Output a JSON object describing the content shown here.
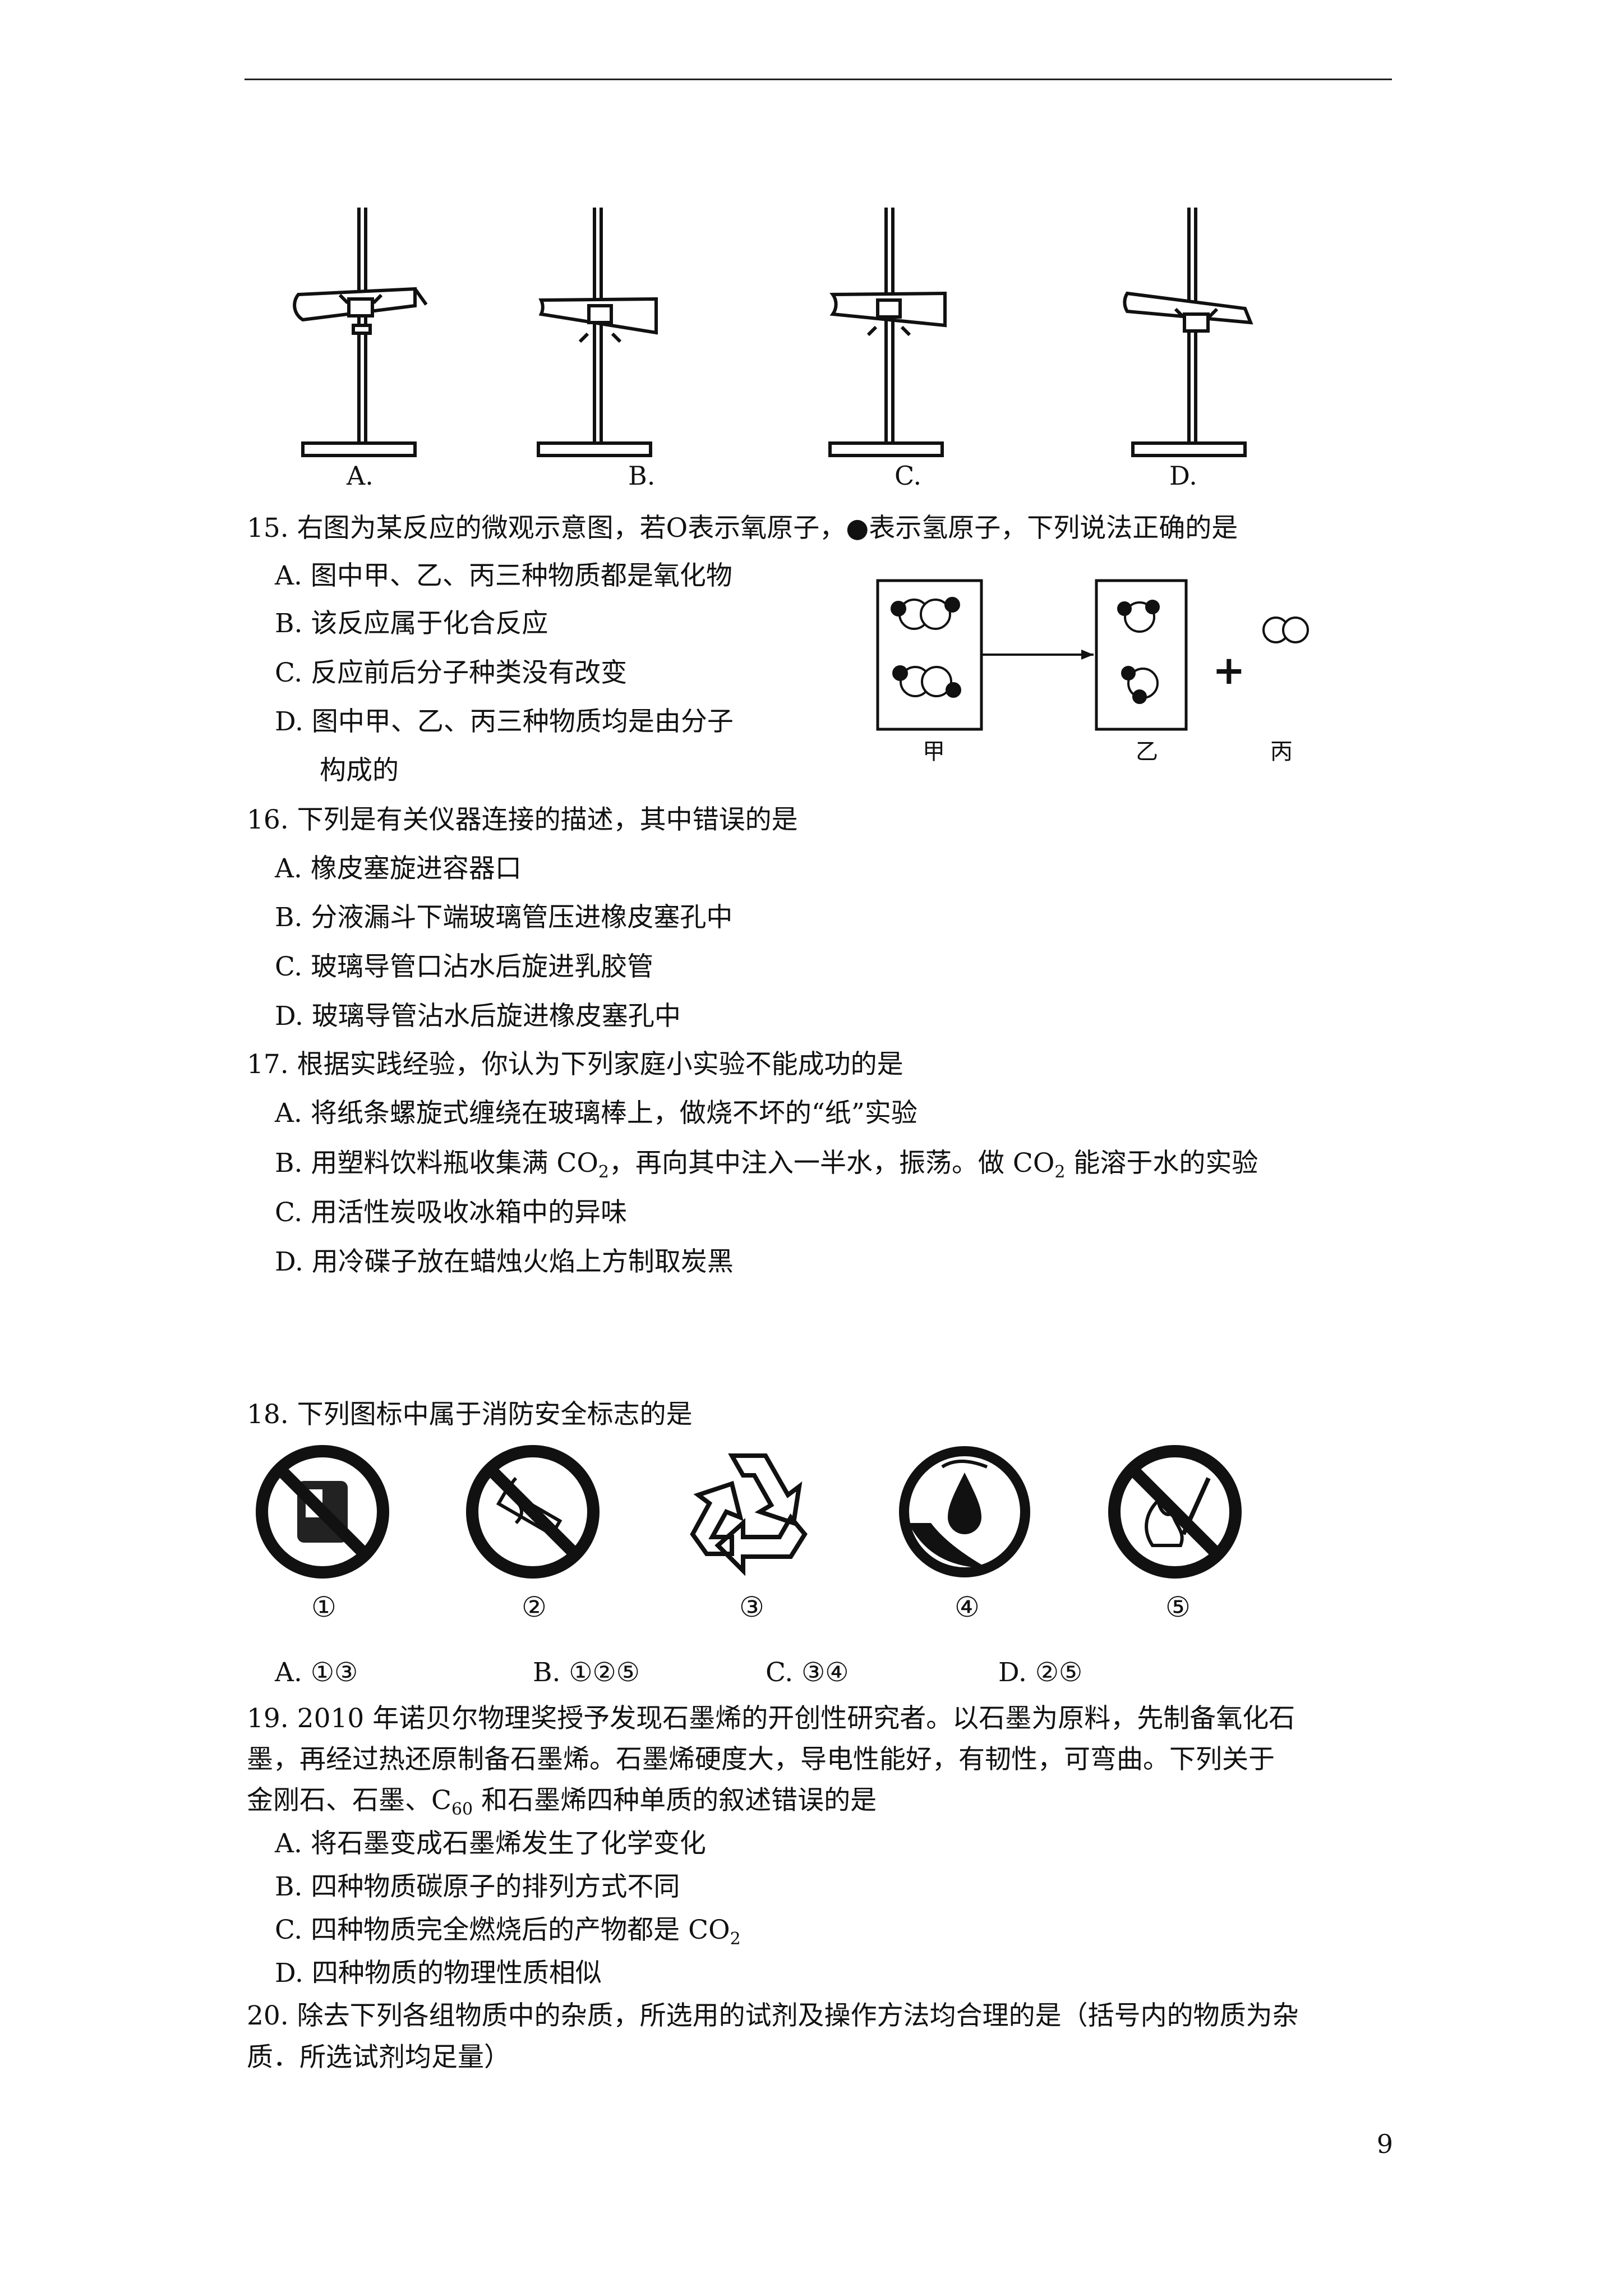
{
  "header_rule": true,
  "page_number": "9",
  "stand_labels": [
    "A.",
    "B.",
    "C.",
    "D."
  ],
  "q15": {
    "stem": "15. 右图为某反应的微观示意图，若O表示氧原子，●表示氢原子，下列说法正确的是",
    "options": [
      "A. 图中甲、乙、丙三种物质都是氧化物",
      "B. 该反应属于化合反应",
      "C. 反应前后分子种类没有改变",
      "D. 图中甲、乙、丙三种物质均是由分子"
    ],
    "option_d_cont": "构成的",
    "diagram_labels": [
      "甲",
      "乙",
      "丙"
    ],
    "plus": "+"
  },
  "q16": {
    "stem": "16. 下列是有关仪器连接的描述，其中错误的是",
    "options": [
      "A. 橡皮塞旋进容器口",
      "B. 分液漏斗下端玻璃管压进橡皮塞孔中",
      "C. 玻璃导管口沾水后旋进乳胶管",
      "D. 玻璃导管沾水后旋进橡皮塞孔中"
    ]
  },
  "q17": {
    "stem": "17. 根据实践经验，你认为下列家庭小实验不能成功的是",
    "option_a": "A. 将纸条螺旋式缠绕在玻璃棒上，做烧不坏的“纸”实验",
    "option_b_1": "B. 用塑料饮料瓶收集满 CO",
    "option_b_sub1": "2",
    "option_b_2": "，再向其中注入一半水，振荡。做 CO",
    "option_b_sub2": "2",
    "option_b_3": " 能溶于水的实验",
    "option_c": "C. 用活性炭吸收冰箱中的异味",
    "option_d": "D. 用冷碟子放在蜡烛火焰上方制取炭黑"
  },
  "q18": {
    "stem": "18. 下列图标中属于消防安全标志的是",
    "icon_numbers": [
      "①",
      "②",
      "③",
      "④",
      "⑤"
    ],
    "choices": [
      "A. ①③",
      "B. ①②⑤",
      "C. ③④",
      "D. ②⑤"
    ]
  },
  "q19": {
    "line1": "19. 2010 年诺贝尔物理奖授予发现石墨烯的开创性研究者。以石墨为原料，先制备氧化石",
    "line2": "墨，再经过热还原制备石墨烯。石墨烯硬度大，导电性能好，有韧性，可弯曲。下列关于",
    "line3_a": "金刚石、石墨、C",
    "line3_sub": "60",
    "line3_b": " 和石墨烯四种单质的叙述错误的是",
    "option_a": "A. 将石墨变成石墨烯发生了化学变化",
    "option_b": "B. 四种物质碳原子的排列方式不同",
    "option_c": "C. 四种物质完全燃烧后的产物都是 CO",
    "option_c_sub": "2",
    "option_d": "D. 四种物质的物理性质相似"
  },
  "q20": {
    "line1": "20. 除去下列各组物质中的杂质，所选用的试剂及操作方法均合理的是（括号内的物质为杂",
    "line2": "质．所选试剂均足量）"
  }
}
